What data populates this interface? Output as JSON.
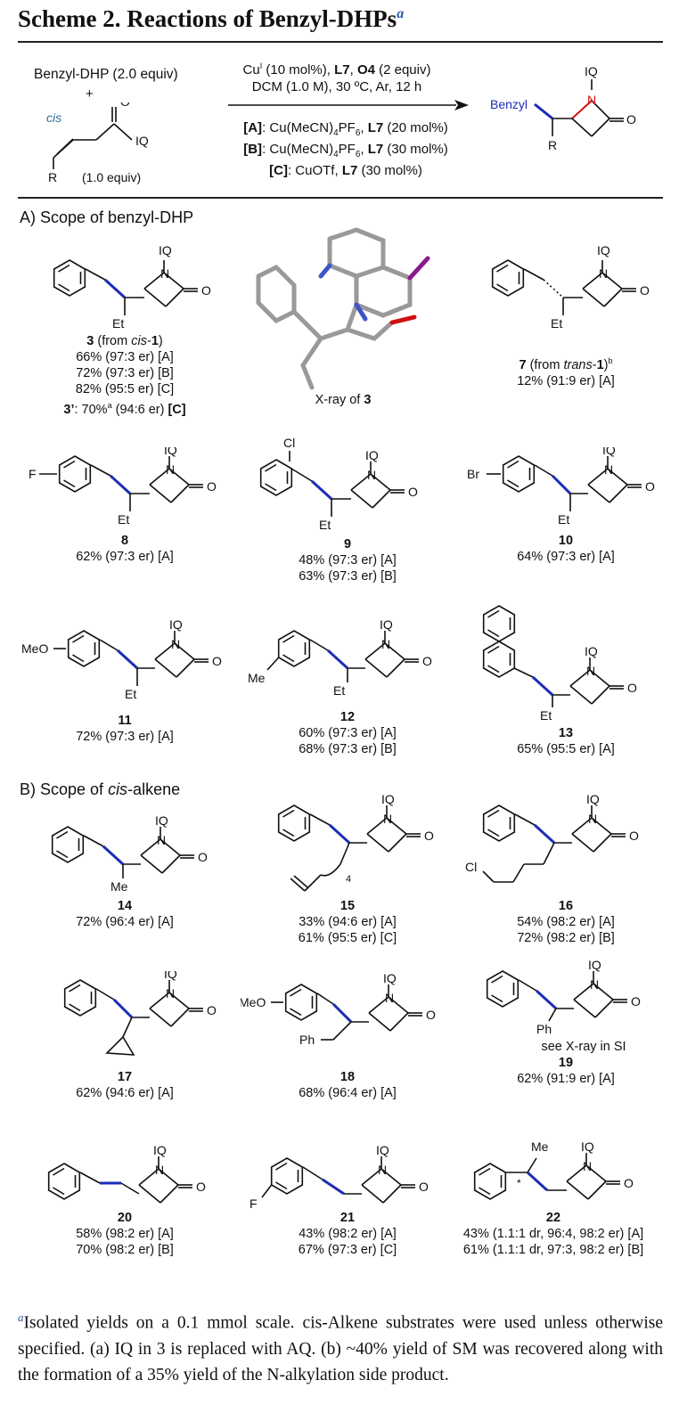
{
  "title": "Scheme 2. Reactions of Benzyl-DHPs",
  "title_marker": "a",
  "header": {
    "reactant1": "Benzyl-DHP  (2.0 equiv)",
    "plus": "+",
    "cis_label": "cis",
    "r_label": "R",
    "reactant2_equiv": "(1.0 equiv)",
    "iq_label": "IQ",
    "o_label": "O",
    "cond1": "Cu(10 mol%), L7, O4 (2 equiv)",
    "cond2": "DCM (1.0 M), 30 ºC, Ar, 12 h",
    "condA": "[A]: Cu(MeCN)4PF6, L7 (20 mol%)",
    "condB": "[B]: Cu(MeCN)4PF6, L7 (30 mol%)",
    "condC": "[C]: CuOTf, L7 (30 mol%)",
    "product_benzyl": "Benzyl",
    "product_iq": "IQ",
    "product_n": "N",
    "product_o": "O",
    "product_r": "R"
  },
  "sectionA": "A) Scope of benzyl-DHP",
  "sectionB": "B) Scope of cis-alkene",
  "xray_caption": "X-ray of 3",
  "compounds": [
    {
      "id": "3",
      "lines": [
        "3 (from cis-1)",
        "66% (97:3 er) [A]",
        "72% (97:3 er) [B]",
        "82% (95:5 er) [C]",
        "3’: 70%a (94:6 er) [C]"
      ]
    },
    {
      "id": "7",
      "lines": [
        "7 (from trans-1)b",
        "12% (91:9 er) [A]"
      ]
    },
    {
      "id": "8",
      "lines": [
        "8",
        "62% (97:3 er) [A]"
      ]
    },
    {
      "id": "9",
      "lines": [
        "9",
        "48% (97:3 er) [A]",
        "63% (97:3 er) [B]"
      ]
    },
    {
      "id": "10",
      "lines": [
        "10",
        "64% (97:3 er) [A]"
      ]
    },
    {
      "id": "11",
      "lines": [
        "11",
        "72% (97:3 er) [A]"
      ]
    },
    {
      "id": "12",
      "lines": [
        "12",
        "60% (97:3 er) [A]",
        "68% (97:3 er) [B]"
      ]
    },
    {
      "id": "13",
      "lines": [
        "13",
        "65% (95:5 er) [A]"
      ]
    },
    {
      "id": "14",
      "lines": [
        "14",
        "72% (96:4 er) [A]"
      ]
    },
    {
      "id": "15",
      "lines": [
        "15",
        "33% (94:6 er) [A]",
        "61% (95:5 er) [C]"
      ]
    },
    {
      "id": "16",
      "lines": [
        "16",
        "54% (98:2 er) [A]",
        "72% (98:2 er) [B]"
      ]
    },
    {
      "id": "17",
      "lines": [
        "17",
        "62% (94:6 er) [A]"
      ]
    },
    {
      "id": "18",
      "lines": [
        "18",
        "68% (96:4 er) [A]"
      ]
    },
    {
      "id": "19",
      "lines": [
        "see X-ray in SI",
        "19",
        "62% (91:9 er) [A]"
      ]
    },
    {
      "id": "20",
      "lines": [
        "20",
        "58% (98:2 er) [A]",
        "70% (98:2 er) [B]"
      ]
    },
    {
      "id": "21",
      "lines": [
        "21",
        "43% (98:2 er) [A]",
        "67% (97:3 er) [C]"
      ]
    },
    {
      "id": "22",
      "lines": [
        "22",
        "43% (1.1:1 dr, 96:4, 98:2 er) [A]",
        "61% (1.1:1 dr, 97:3, 98:2 er) [B]"
      ]
    }
  ],
  "substituents": {
    "c3": "Et",
    "c7": "Et",
    "c8_top": "F",
    "c8": "Et",
    "c9_top": "Cl",
    "c9": "Et",
    "c10_top": "Br",
    "c10": "Et",
    "c11_top": "MeO",
    "c11": "Et",
    "c12_me": "Me",
    "c12": "Et",
    "c13": "Et",
    "c14": "Me",
    "c15": "4",
    "c16": "Cl",
    "c18_top": "MeO",
    "c18": "Ph",
    "c19": "Ph",
    "c21_f": "F",
    "c22_me": "Me",
    "c22_star": "*"
  },
  "footnote": {
    "marker": "a",
    "text1": "Isolated yields on a 0.1 mmol scale. cis-Alkene substrates were used unless otherwise specified. (a) IQ in 3 is replaced with AQ. (b) ~40% yield of SM was recovered along with the formation of a 35% yield of the N-alkylation side product."
  },
  "colors": {
    "bond_highlight": "#1c2db5",
    "n_red": "#d01010",
    "blue_text": "#2a2aa8",
    "cis_label": "#2a6f9a"
  }
}
